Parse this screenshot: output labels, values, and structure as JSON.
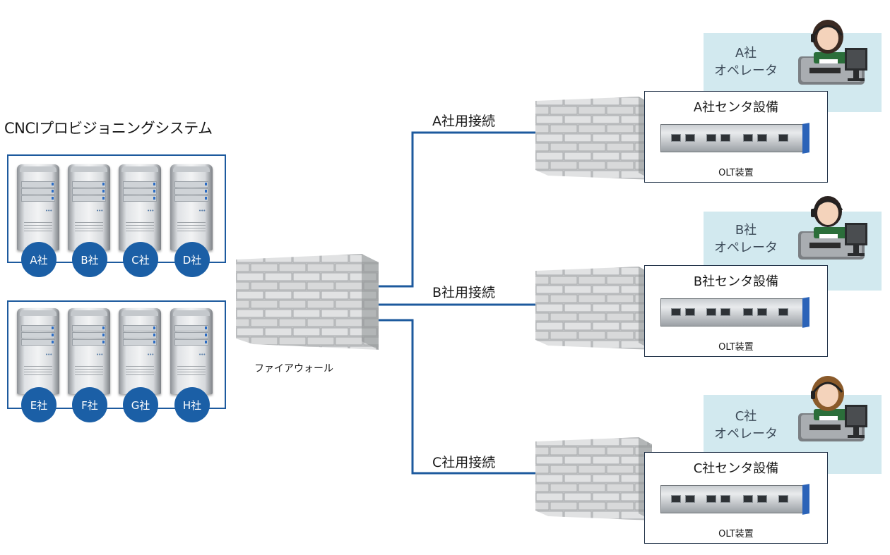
{
  "system": {
    "title": "CNCIプロビジョニングシステム",
    "group1_badges": [
      "A社",
      "B社",
      "C社",
      "D社"
    ],
    "group2_badges": [
      "E社",
      "F社",
      "G社",
      "H社"
    ]
  },
  "firewall": {
    "label": "ファイアウォール"
  },
  "connections": [
    {
      "label": "A社用接続"
    },
    {
      "label": "B社用接続"
    },
    {
      "label": "C社用接続"
    }
  ],
  "operators": [
    {
      "company": "A社",
      "role": "オペレータ"
    },
    {
      "company": "B社",
      "role": "オペレータ"
    },
    {
      "company": "C社",
      "role": "オペレータ"
    }
  ],
  "centers": [
    {
      "title": "A社センタ設備",
      "device": "OLT装置"
    },
    {
      "title": "B社センタ設備",
      "device": "OLT装置"
    },
    {
      "title": "C社センタ設備",
      "device": "OLT装置"
    }
  ],
  "colors": {
    "line": "#1d5a9e",
    "badge": "#1b5fa6",
    "operator_bg": "#d2e9ef"
  },
  "icons": {
    "server": "server-icon",
    "firewall": "firewall-brick-icon",
    "olt": "olt-device-icon",
    "operator": "operator-headset-icon"
  }
}
